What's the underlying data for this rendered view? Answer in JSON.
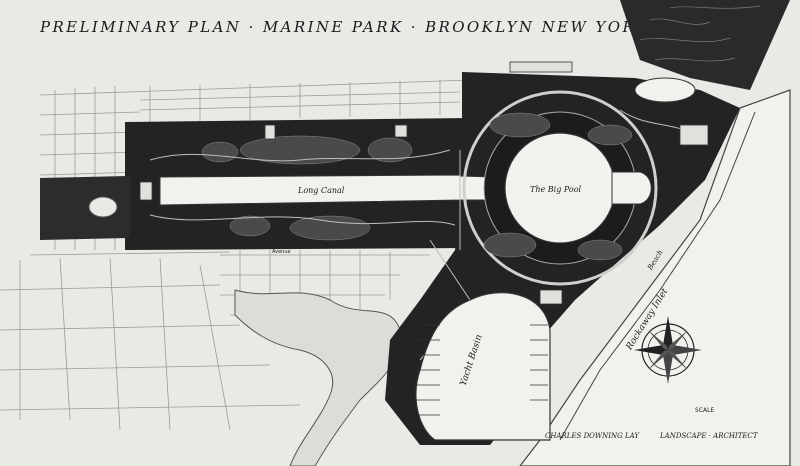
{
  "title": "PRELIMINARY PLAN · MARINE PARK · BROOKLYN NEW YORK CITY",
  "labels": {
    "long_canal": "Long Canal",
    "big_pool": "The Big Pool",
    "yacht_basin": "Yacht Basin",
    "rockaway_inlet": "Rockaway Inlet",
    "beach": "Beach",
    "avenue": "Avenue"
  },
  "credits": {
    "designer": "CHARLES DOWNING LAY",
    "role": "LANDSCAPE · ARCHITECT",
    "scale": "SCALE"
  },
  "colors": {
    "paper": "#e9e9e6",
    "ink": "#1a1a1a",
    "water": "#f1f1ee",
    "park": "#232323"
  }
}
